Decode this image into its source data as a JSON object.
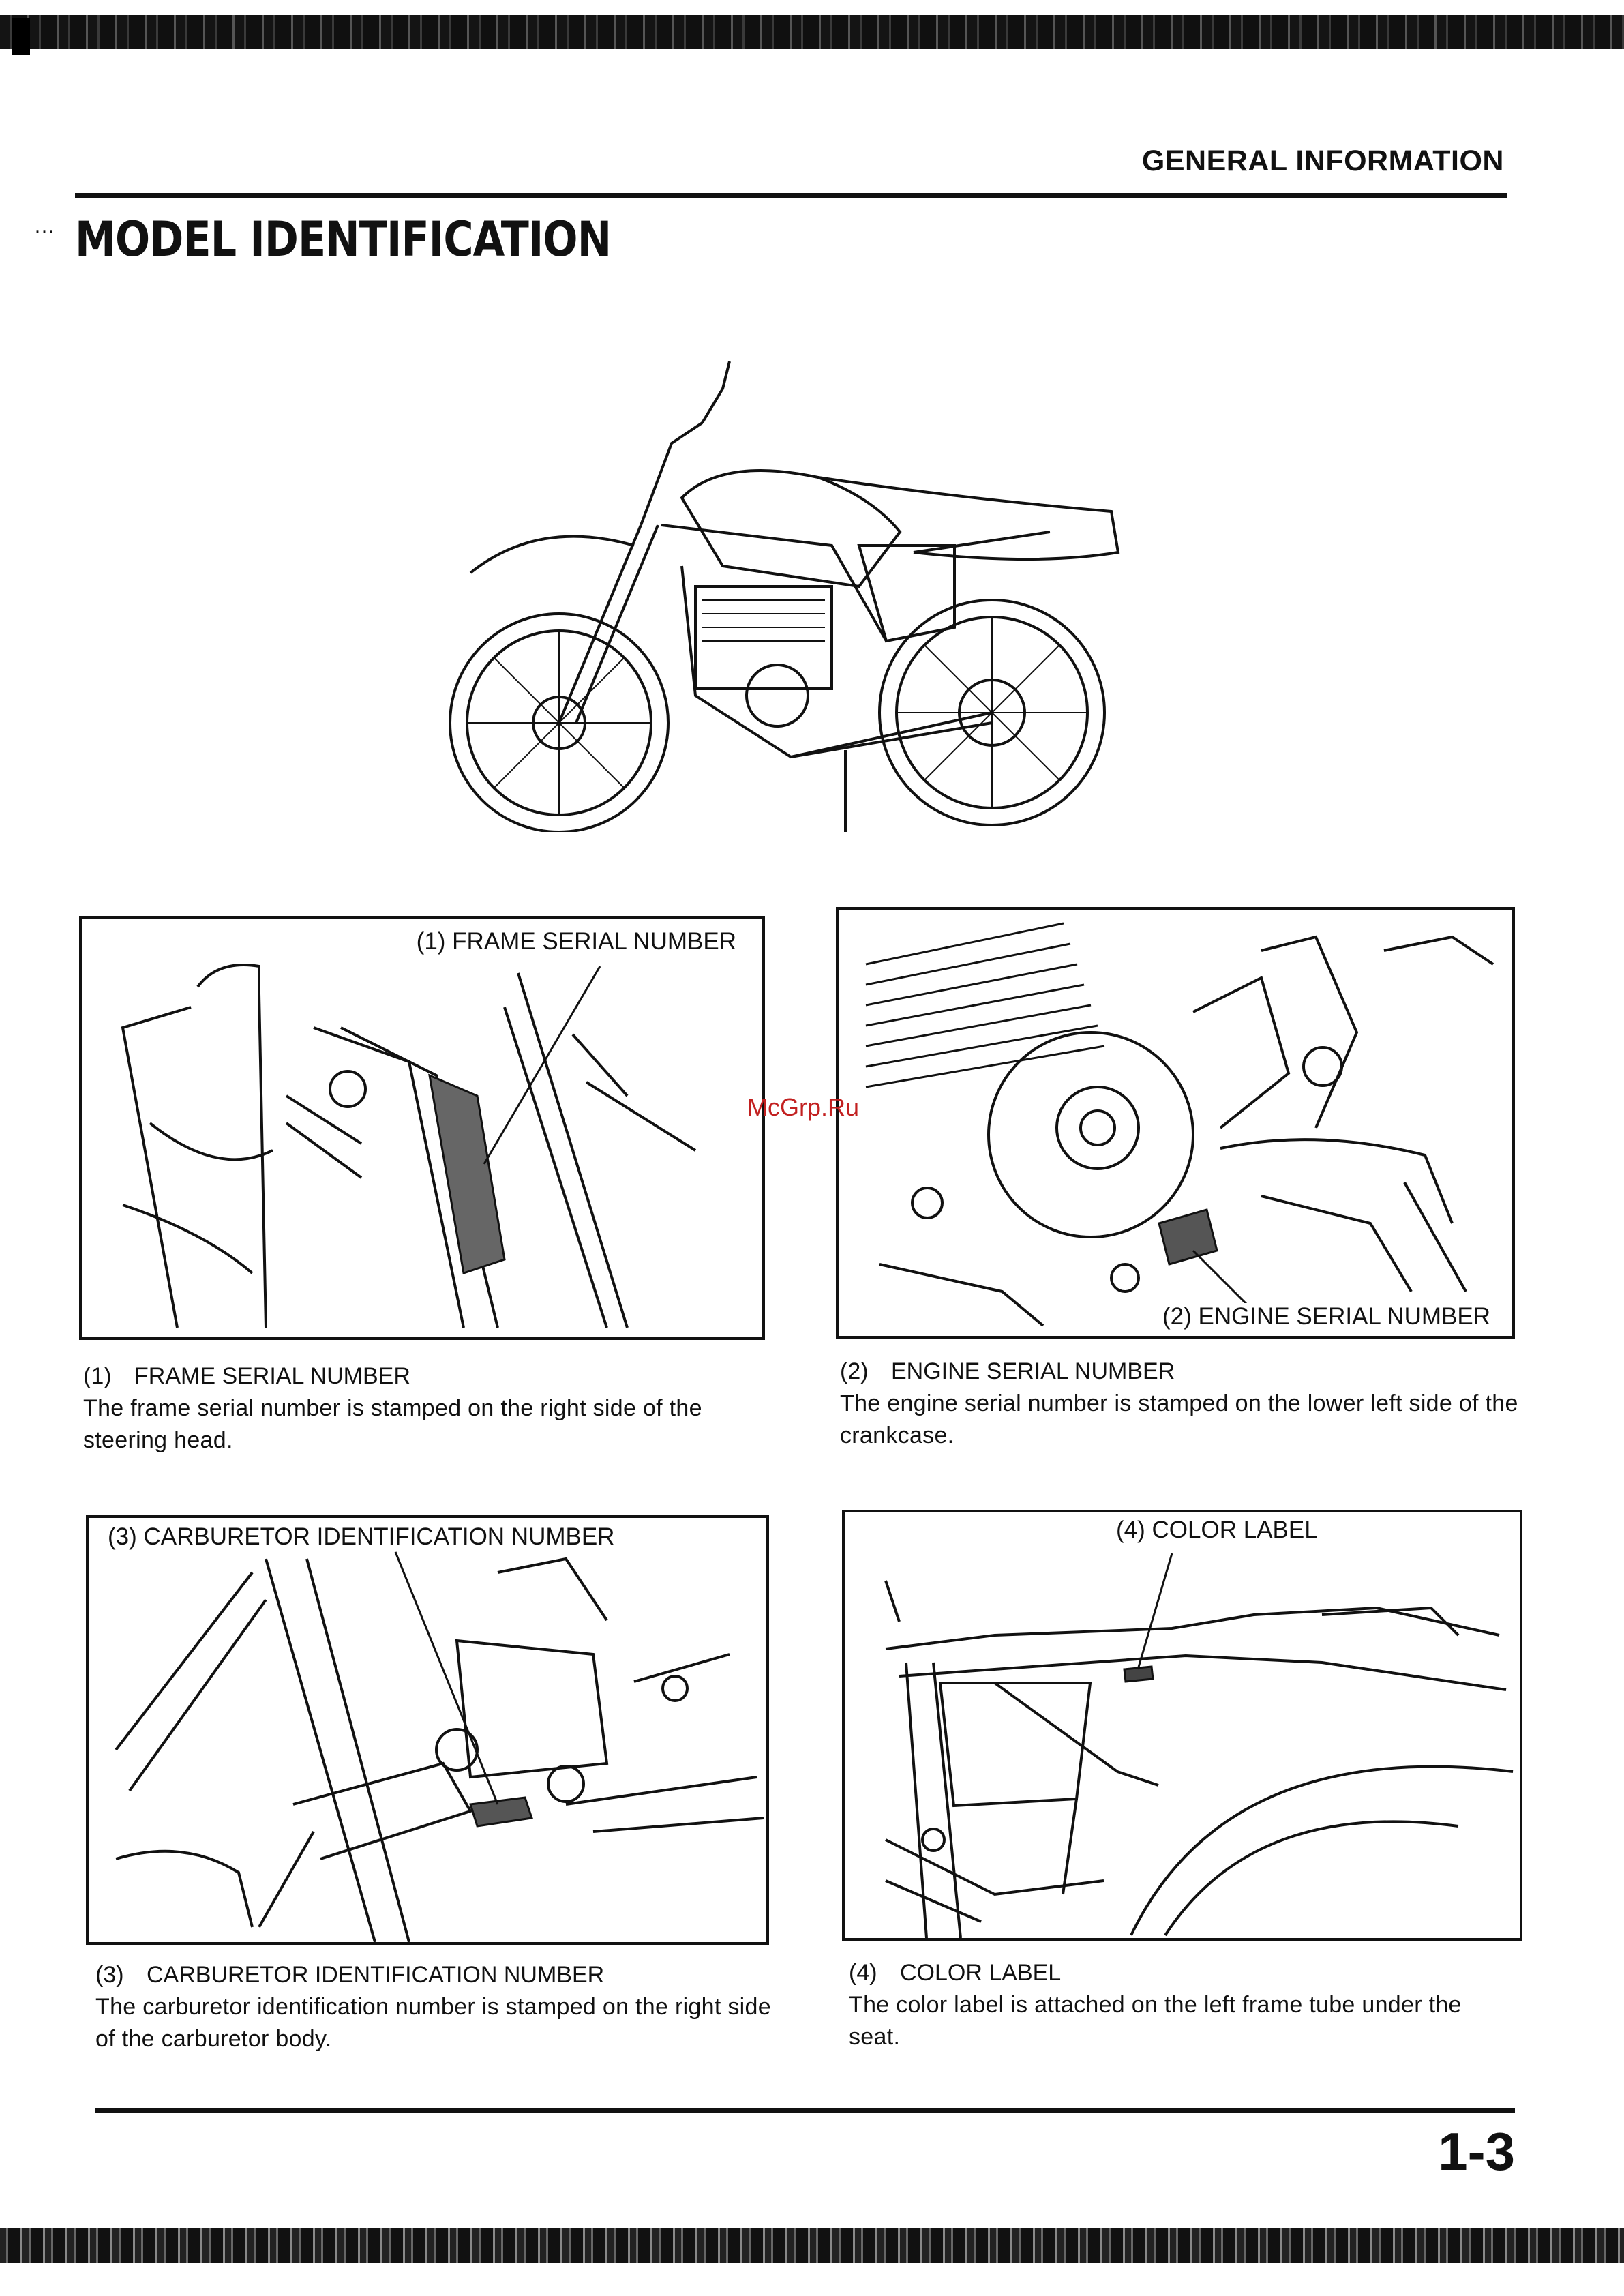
{
  "header": {
    "section": "GENERAL INFORMATION",
    "title": "MODEL IDENTIFICATION"
  },
  "watermark": "McGrp.Ru",
  "figures": [
    {
      "callout": "(1) FRAME SERIAL NUMBER"
    },
    {
      "callout": "(2) ENGINE SERIAL NUMBER"
    },
    {
      "callout": "(3) CARBURETOR IDENTIFICATION NUMBER"
    },
    {
      "callout": "(4) COLOR LABEL"
    }
  ],
  "captions": [
    {
      "num": "(1)",
      "heading": "FRAME SERIAL NUMBER",
      "text": "The frame serial number is stamped on the right side of the steering head."
    },
    {
      "num": "(2)",
      "heading": "ENGINE SERIAL NUMBER",
      "text": "The engine serial number is stamped on the lower left side of the crankcase."
    },
    {
      "num": "(3)",
      "heading": "CARBURETOR IDENTIFICATION NUMBER",
      "text": "The carburetor identification number is stamped on the right side of the carburetor body."
    },
    {
      "num": "(4)",
      "heading": "COLOR LABEL",
      "text": "The color label is attached on the left frame tube under the seat."
    }
  ],
  "footer": {
    "page_number": "1-3"
  }
}
